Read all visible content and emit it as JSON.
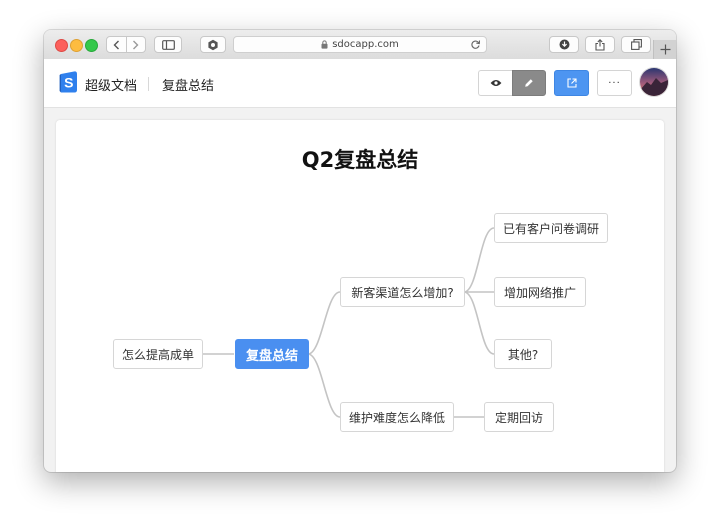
{
  "browser": {
    "url": "sdocapp.com",
    "colors": {
      "close": "#fc605c",
      "minimize": "#fdbc40",
      "zoom": "#34c84a"
    }
  },
  "app": {
    "brand": "超级文档",
    "logo_letter": "S",
    "document_title": "复盘总结",
    "more_label": "···",
    "colors": {
      "accent": "#4d95f1",
      "edit_active": "#8a8a8a",
      "root_node": "#4a8ff0"
    }
  },
  "mindmap": {
    "title": "Q2复盘总结",
    "root": "复盘总结",
    "left_branch": "怎么提高成单",
    "branches": [
      {
        "label": "新客渠道怎么增加?",
        "children": [
          "已有客户问卷调研",
          "增加网络推广",
          "其他?"
        ]
      },
      {
        "label": "维护难度怎么降低",
        "children": [
          "定期回访"
        ]
      }
    ]
  }
}
